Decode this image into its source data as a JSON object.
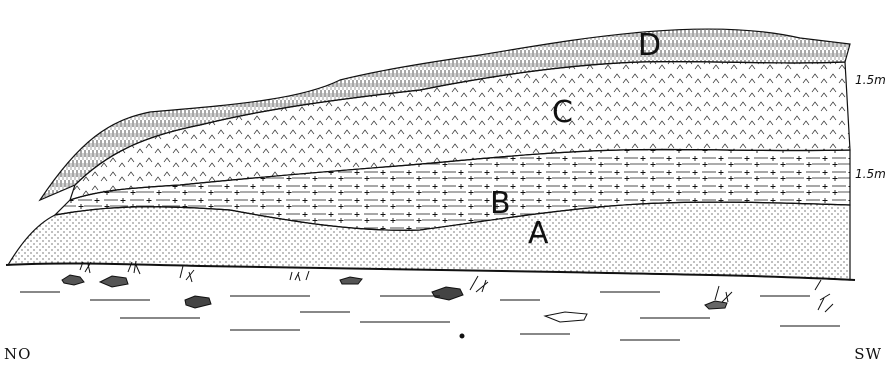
{
  "layers": [
    {
      "id": "A",
      "label": "A"
    },
    {
      "id": "B",
      "label": "B"
    },
    {
      "id": "C",
      "label": "C"
    },
    {
      "id": "D",
      "label": "D"
    }
  ],
  "thickness_marks": [
    "1.5m",
    "1.5m"
  ],
  "orientation": {
    "left": "NO",
    "right": "SW"
  },
  "colors": {
    "ink": "#111111",
    "paper": "#ffffff"
  }
}
